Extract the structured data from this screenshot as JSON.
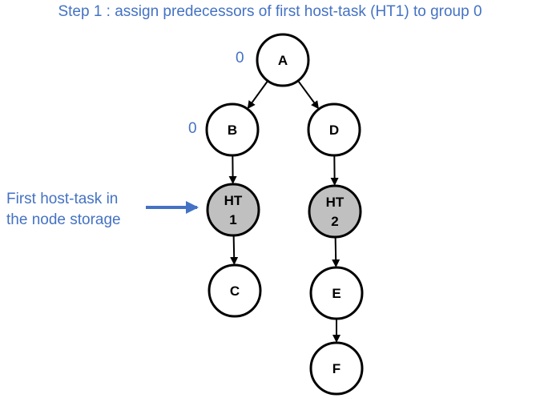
{
  "title": "Step 1 : assign predecessors of first host-task (HT1) to group 0",
  "side_note": {
    "line1": "First host-task in",
    "line2": "the node storage"
  },
  "colors": {
    "accent": "#4472c4",
    "host_fill": "#c0c0c0",
    "node_fill": "#ffffff",
    "stroke": "#000000"
  },
  "nodes": [
    {
      "id": "A",
      "lines": [
        "A"
      ],
      "host": false
    },
    {
      "id": "B",
      "lines": [
        "B"
      ],
      "host": false
    },
    {
      "id": "D",
      "lines": [
        "D"
      ],
      "host": false
    },
    {
      "id": "HT1",
      "lines": [
        "HT",
        "1"
      ],
      "host": true
    },
    {
      "id": "HT2",
      "lines": [
        "HT",
        "2"
      ],
      "host": true
    },
    {
      "id": "C",
      "lines": [
        "C"
      ],
      "host": false
    },
    {
      "id": "E",
      "lines": [
        "E"
      ],
      "host": false
    },
    {
      "id": "F",
      "lines": [
        "F"
      ],
      "host": false
    }
  ],
  "edges": [
    [
      "A",
      "B"
    ],
    [
      "A",
      "D"
    ],
    [
      "B",
      "HT1"
    ],
    [
      "D",
      "HT2"
    ],
    [
      "HT1",
      "C"
    ],
    [
      "HT2",
      "E"
    ],
    [
      "E",
      "F"
    ]
  ],
  "group_labels": [
    {
      "node": "A",
      "text": "0"
    },
    {
      "node": "B",
      "text": "0"
    }
  ]
}
